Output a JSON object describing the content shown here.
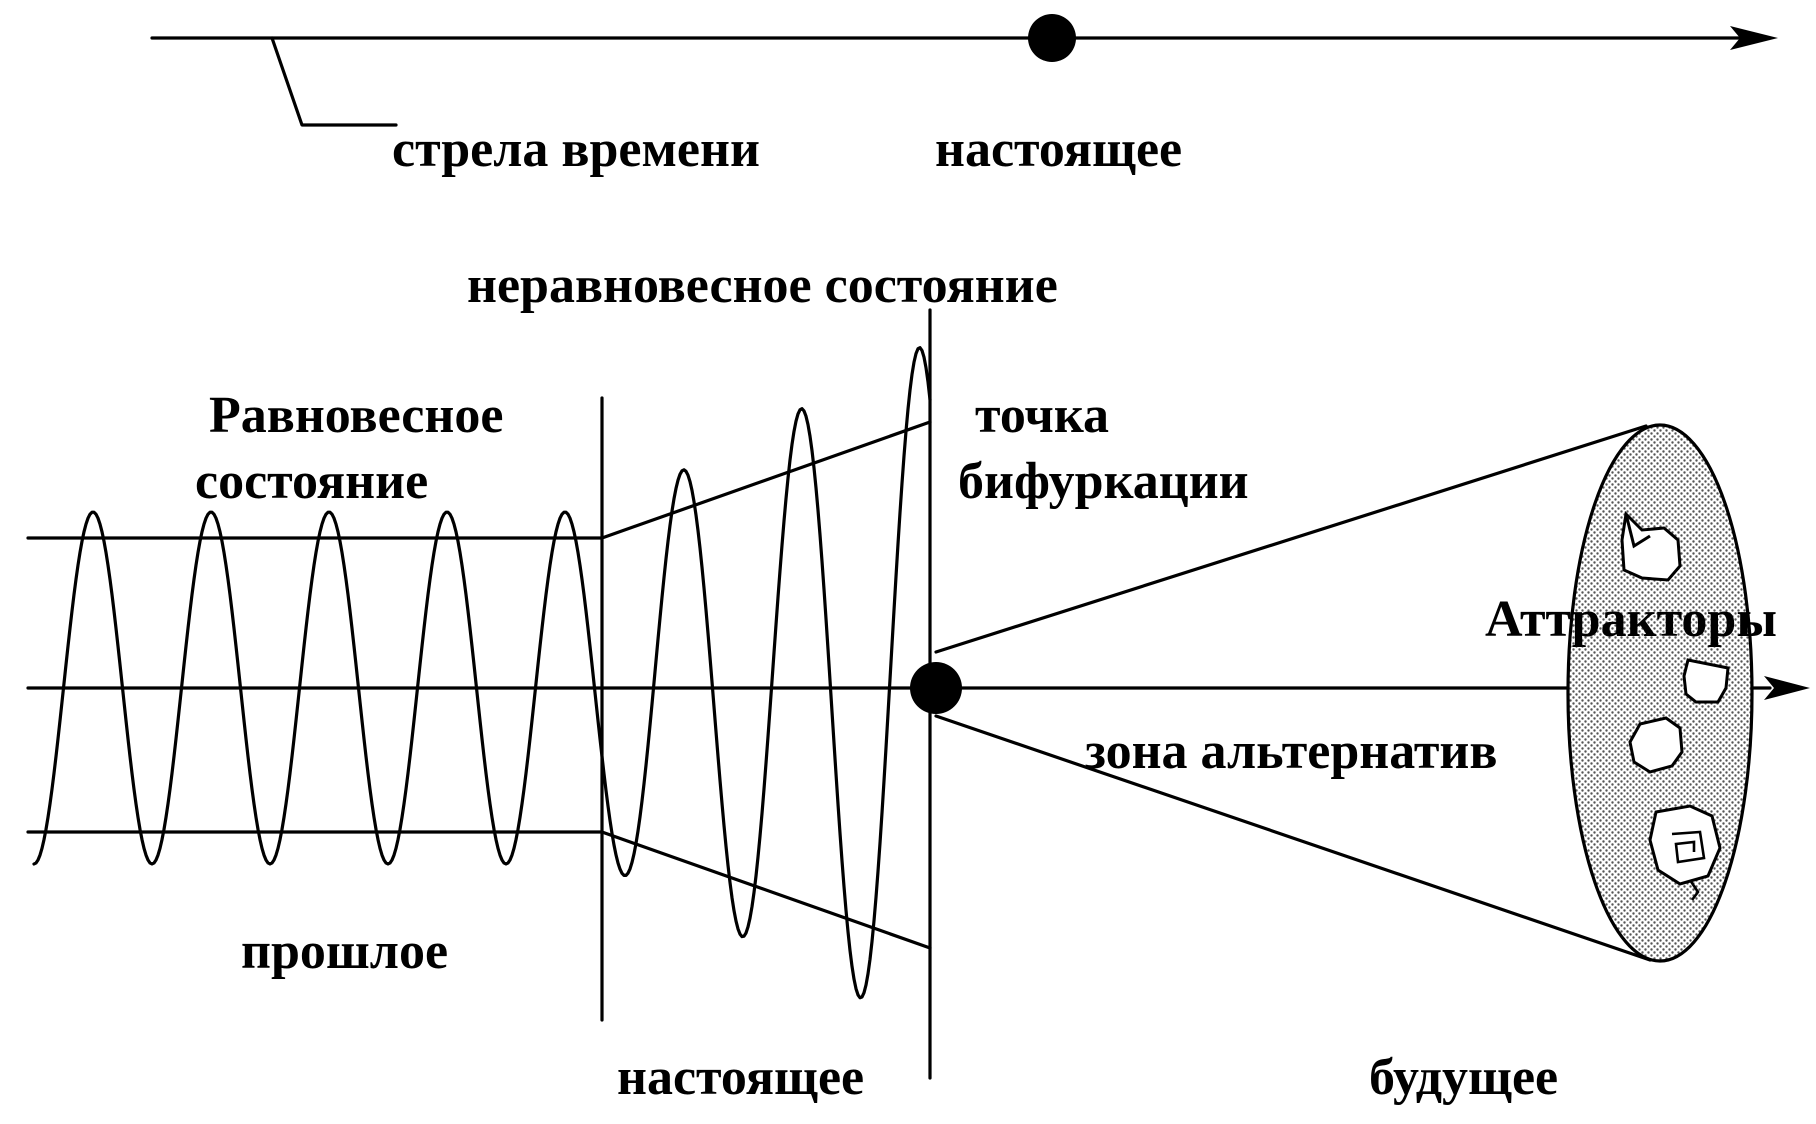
{
  "labels": {
    "arrow_of_time": "стрела времени",
    "present_top": "настоящее",
    "nonequilibrium": "неравновесное состояние",
    "equilibrium_line1": "Равновесное",
    "equilibrium_line2": "состояние",
    "bifurcation_line1": "точка",
    "bifurcation_line2": "бифуркации",
    "attractors": "Аттракторы",
    "alternatives_zone": "зона альтернатив",
    "past": "прошлое",
    "present_bottom": "настоящее",
    "future": "будущее"
  },
  "colors": {
    "ink": "#000000",
    "background": "#ffffff",
    "attractor_fill": "#c8c8c8"
  }
}
